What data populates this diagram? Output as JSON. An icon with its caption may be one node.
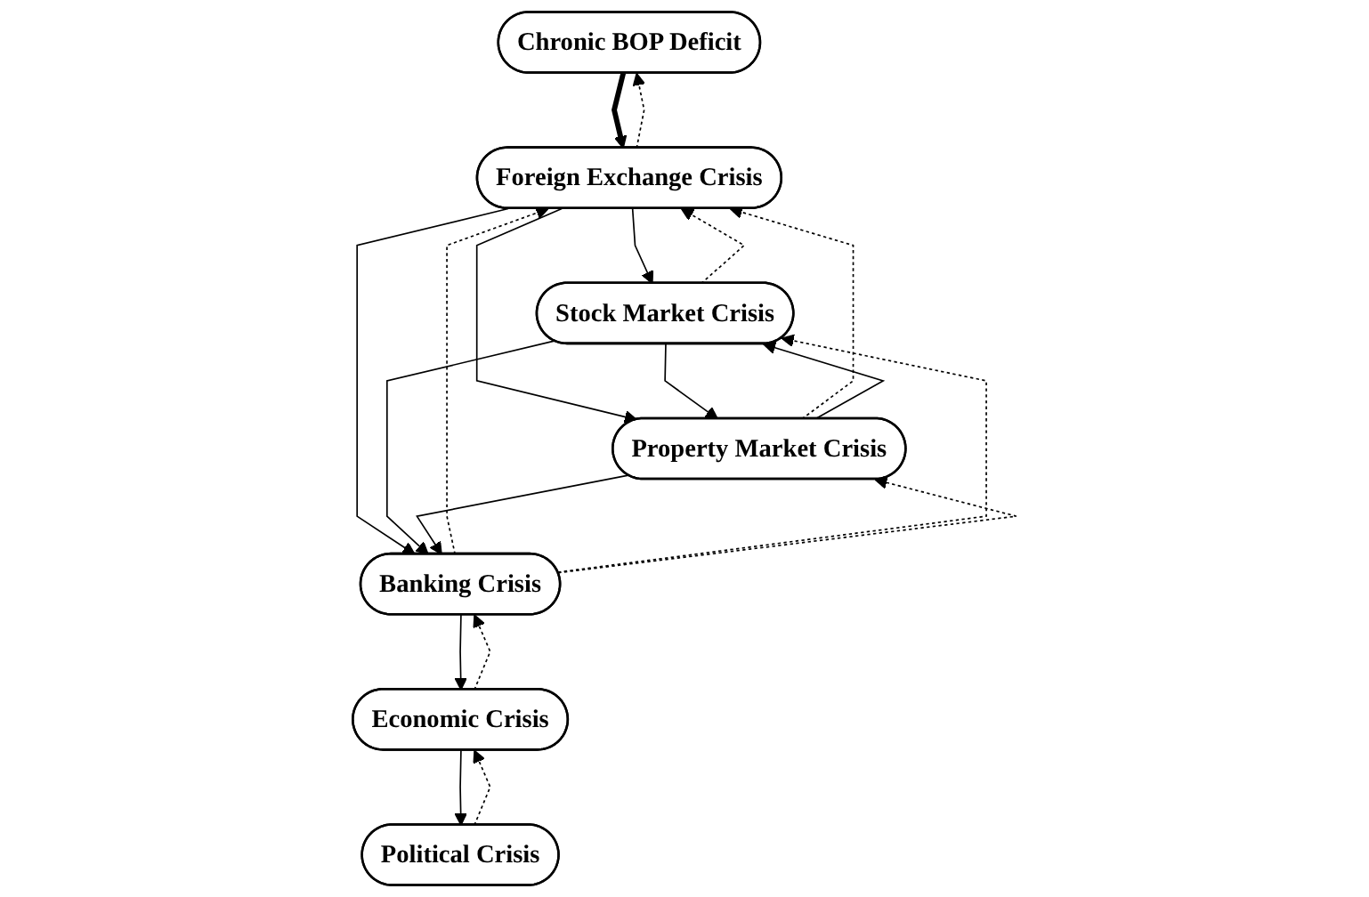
{
  "diagram": {
    "nodes": [
      {
        "text": [
          "Chronic BOP Deficit"
        ]
      },
      {
        "text": [
          "Foreign Exchange Crisis"
        ]
      },
      {
        "text": [
          "Stock Market Crisis"
        ]
      },
      {
        "text": [
          "Property Market Crisis"
        ]
      },
      {
        "text": [
          "Banking Crisis"
        ]
      },
      {
        "text": [
          "Economic Crisis"
        ]
      },
      {
        "text": [
          "Political Crisis"
        ]
      }
    ],
    "edges": [
      {
        "from": 0,
        "to": 1,
        "arrow": "to",
        "style": "thick"
      },
      {
        "from": 1,
        "to": 0,
        "arrow": "to",
        "style": "dashed"
      },
      {
        "from": 1,
        "to": 2,
        "arrow": "to"
      },
      {
        "from": 2,
        "to": 1,
        "arrow": "to",
        "style": "dashed"
      },
      {
        "from": 1,
        "to": 3,
        "arrow": "to"
      },
      {
        "from": 3,
        "to": 1,
        "arrow": "to",
        "style": "dashed"
      },
      {
        "from": 2,
        "to": 3,
        "arrow": "to"
      },
      {
        "from": 3,
        "to": 2,
        "arrow": "to"
      },
      {
        "from": 1,
        "to": 4,
        "arrow": "to"
      },
      {
        "from": 4,
        "to": 1,
        "arrow": "to",
        "style": "dashed"
      },
      {
        "from": 2,
        "to": 4,
        "arrow": "to"
      },
      {
        "from": 4,
        "to": 2,
        "arrow": "to",
        "style": "dashed"
      },
      {
        "from": 3,
        "to": 4,
        "arrow": "to"
      },
      {
        "from": 4,
        "to": 3,
        "arrow": "to",
        "style": "dashed"
      },
      {
        "from": 4,
        "to": 5,
        "arrow": "to"
      },
      {
        "from": 5,
        "to": 4,
        "arrow": "to",
        "style": "dashed"
      },
      {
        "from": 5,
        "to": 6,
        "arrow": "to"
      },
      {
        "from": 6,
        "to": 5,
        "arrow": "to",
        "style": "dashed"
      }
    ]
  }
}
